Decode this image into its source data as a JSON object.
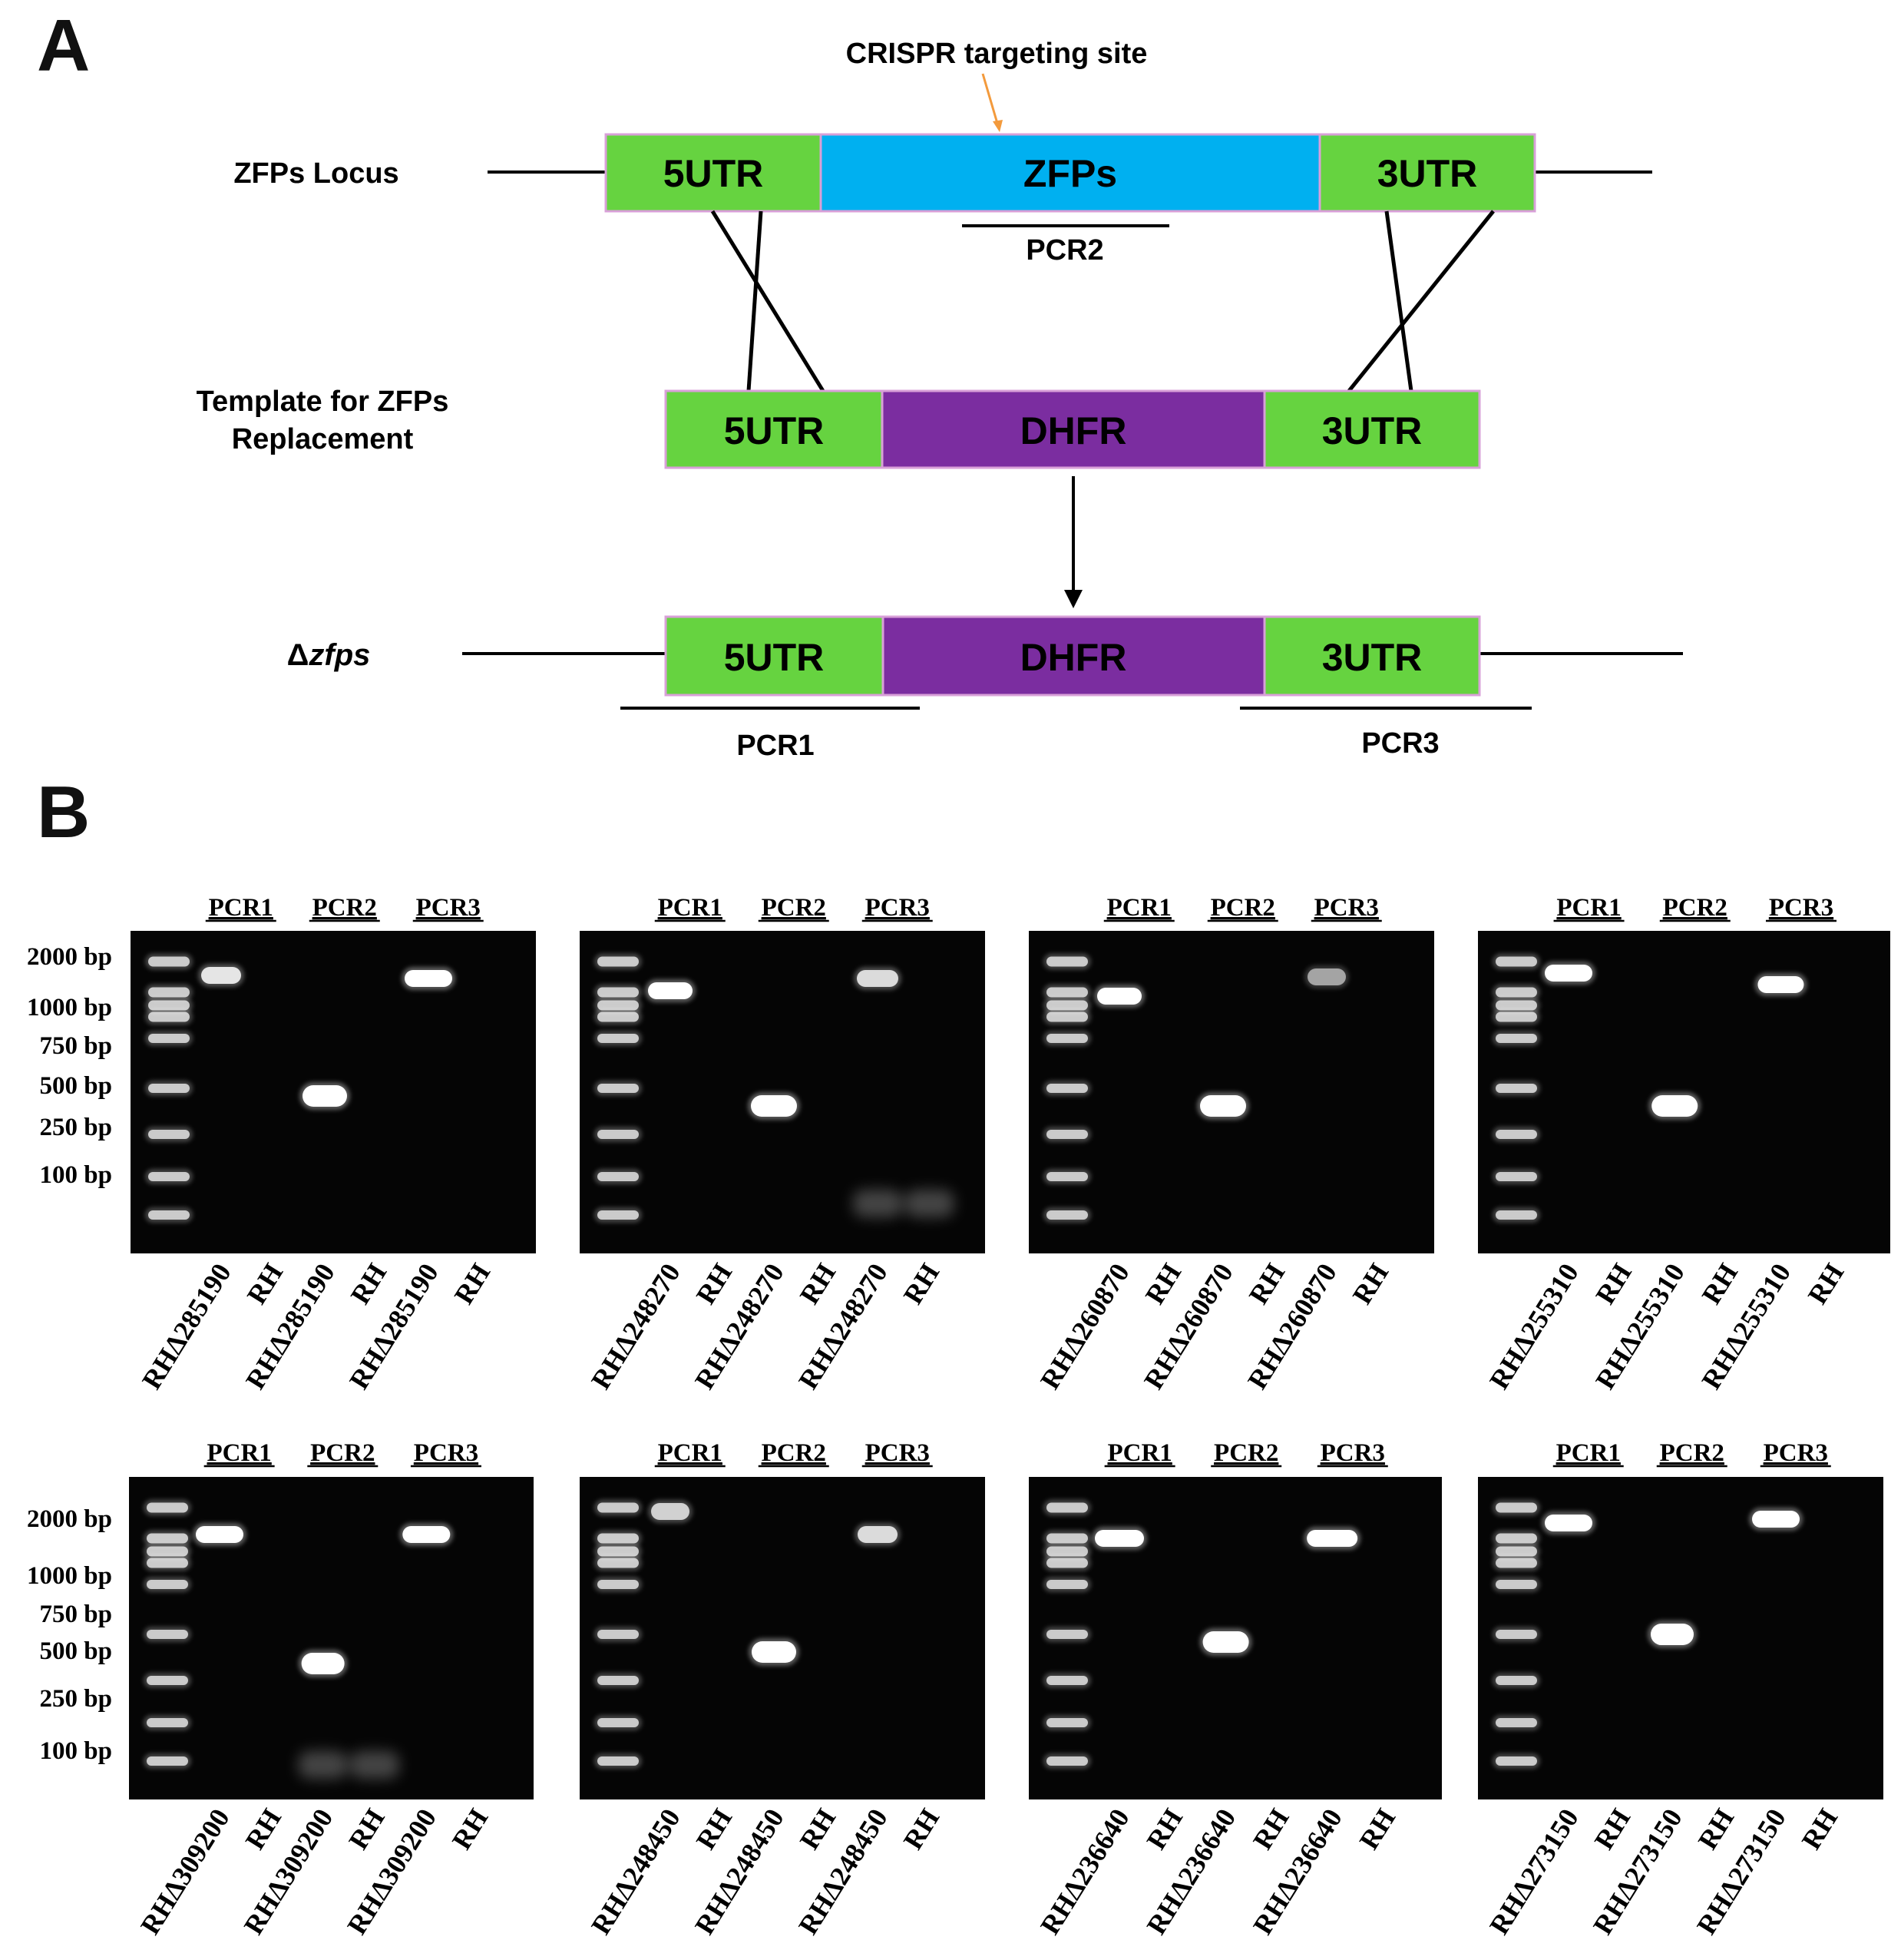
{
  "panel_a": {
    "label": "A",
    "crispr_label": "CRISPR targeting site",
    "locus": {
      "label": "ZFPs Locus",
      "segments": [
        "5UTR",
        "ZFPs",
        "3UTR"
      ],
      "pcr_label": "PCR2"
    },
    "template": {
      "label_line1": "Template for ZFPs",
      "label_line2": "Replacement",
      "segments": [
        "5UTR",
        "DHFR",
        "3UTR"
      ]
    },
    "knockout": {
      "label_prefix": "Δ",
      "label_italic": "zfps",
      "segments": [
        "5UTR",
        "DHFR",
        "3UTR"
      ],
      "pcr_left": "PCR1",
      "pcr_right": "PCR3"
    },
    "colors": {
      "utr": "#66d340",
      "zfps": "#00b0f0",
      "dhfr": "#7b2da0",
      "border": "#d8a0d8",
      "arrow": "#f39a3c"
    }
  },
  "panel_b": {
    "label": "B",
    "pcr_headers": [
      "PCR1",
      "PCR2",
      "PCR3"
    ],
    "ladder_labels": [
      "2000 bp",
      "1000 bp",
      "750 bp",
      "500 bp",
      "250 bp",
      "100 bp"
    ],
    "control_label": "RH",
    "gels": [
      {
        "strain": "RHΔ285190"
      },
      {
        "strain": "RHΔ248270"
      },
      {
        "strain": "RHΔ260870"
      },
      {
        "strain": "RHΔ255310"
      },
      {
        "strain": "RHΔ309200"
      },
      {
        "strain": "RHΔ248450"
      },
      {
        "strain": "RHΔ236640"
      },
      {
        "strain": "RHΔ273150"
      }
    ]
  }
}
